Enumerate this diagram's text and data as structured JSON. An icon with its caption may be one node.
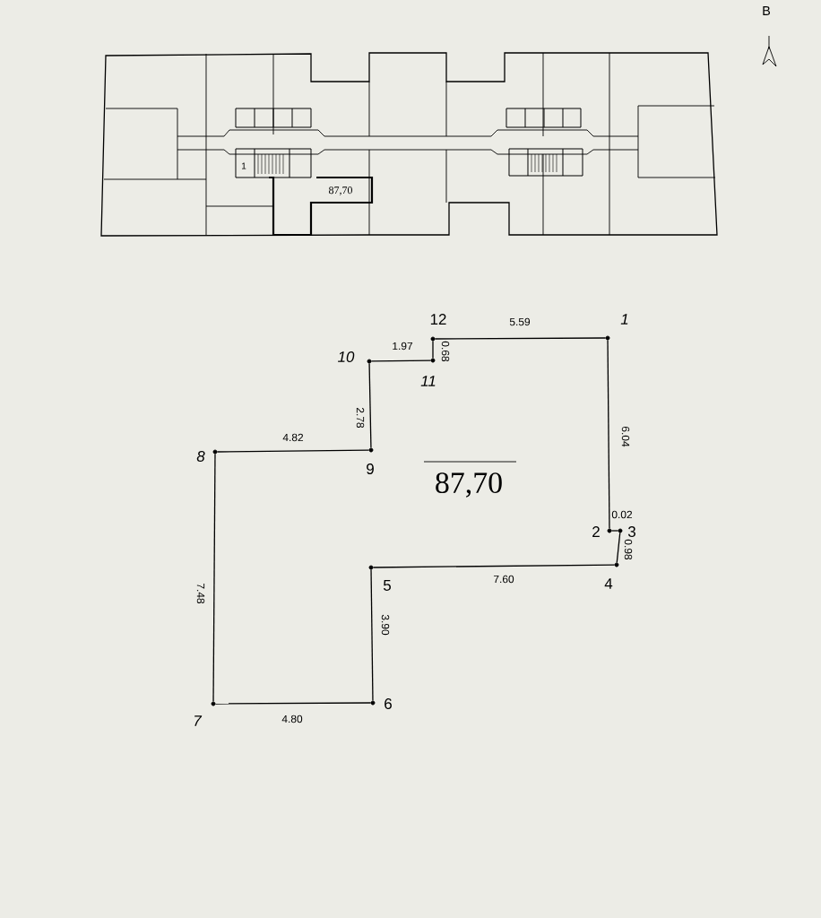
{
  "diagram": {
    "nodes": [
      {
        "text": [],
        "shape": "circle",
        "beside": [
          "1"
        ]
      },
      {
        "text": [],
        "shape": "circle",
        "beside": [
          "2"
        ]
      },
      {
        "text": [],
        "shape": "circle",
        "beside": [
          "3"
        ]
      },
      {
        "text": [],
        "shape": "circle",
        "beside": [
          "4"
        ]
      },
      {
        "text": [],
        "shape": "circle",
        "beside": [
          "5"
        ]
      },
      {
        "text": [],
        "shape": "circle",
        "beside": [
          "6"
        ]
      },
      {
        "text": [],
        "shape": "circle",
        "beside": [
          "7"
        ]
      },
      {
        "text": [],
        "shape": "circle",
        "beside": [
          "8"
        ]
      },
      {
        "text": [],
        "shape": "circle",
        "beside": [
          "9"
        ]
      },
      {
        "text": [],
        "shape": "circle",
        "beside": [
          "10"
        ]
      },
      {
        "text": [],
        "shape": "circle",
        "beside": [
          "11"
        ]
      },
      {
        "text": [],
        "shape": "circle",
        "beside": [
          "12"
        ]
      }
    ],
    "edges": [
      {
        "from": 0,
        "to": 1,
        "arrow": "none",
        "label": "6.04"
      },
      {
        "from": 1,
        "to": 2,
        "arrow": "none",
        "label": "0.02"
      },
      {
        "from": 2,
        "to": 3,
        "arrow": "none",
        "label": "0.98"
      },
      {
        "from": 3,
        "to": 4,
        "arrow": "none",
        "label": "7.60"
      },
      {
        "from": 4,
        "to": 5,
        "arrow": "none",
        "label": "3.90"
      },
      {
        "from": 5,
        "to": 6,
        "arrow": "none",
        "label": "4.80"
      },
      {
        "from": 6,
        "to": 7,
        "arrow": "none",
        "label": "7.48"
      },
      {
        "from": 7,
        "to": 8,
        "arrow": "none",
        "label": "4.82"
      },
      {
        "from": 8,
        "to": 9,
        "arrow": "none",
        "label": "2.78"
      },
      {
        "from": 9,
        "to": 10,
        "arrow": "none",
        "label": "1.97"
      },
      {
        "from": 10,
        "to": 11,
        "arrow": "none",
        "label": "0.68"
      },
      {
        "from": 11,
        "to": 0,
        "arrow": "none",
        "label": "5.59"
      }
    ],
    "labels": [
      "B",
      "1",
      "87,70",
      "87,70"
    ]
  }
}
